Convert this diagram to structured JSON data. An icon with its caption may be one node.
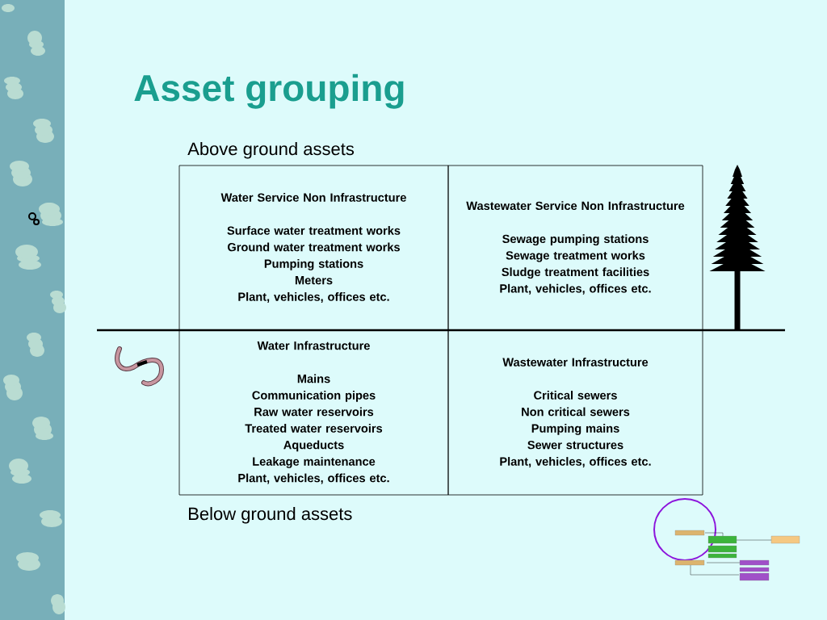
{
  "diagram": {
    "title": "Asset grouping",
    "nodes": [
      {
        "text": [
          "Water Service Non Infrastructure",
          "Surface water treatment works",
          "Ground water treatment works",
          "Pumping stations",
          "Meters",
          "Plant, vehicles, offices etc."
        ]
      },
      {
        "text": [
          "Wastewater Service Non Infrastructure",
          "Sewage pumping stations",
          "Sewage treatment works",
          "Sludge treatment facilities",
          "Plant, vehicles, offices etc."
        ]
      },
      {
        "text": [
          "Water Infrastructure",
          "Mains",
          "Communication pipes",
          "Raw water reservoirs",
          "Treated water reservoirs",
          "Aqueducts",
          "Leakage maintenance",
          "Plant, vehicles, offices etc."
        ]
      },
      {
        "text": [
          "Wastewater Infrastructure",
          "Critical sewers",
          "Non critical sewers",
          "Pumping mains",
          "Sewer structures",
          "Plant, vehicles, offices etc."
        ]
      }
    ],
    "labels": [
      "Above ground assets",
      "Below ground assets"
    ]
  }
}
